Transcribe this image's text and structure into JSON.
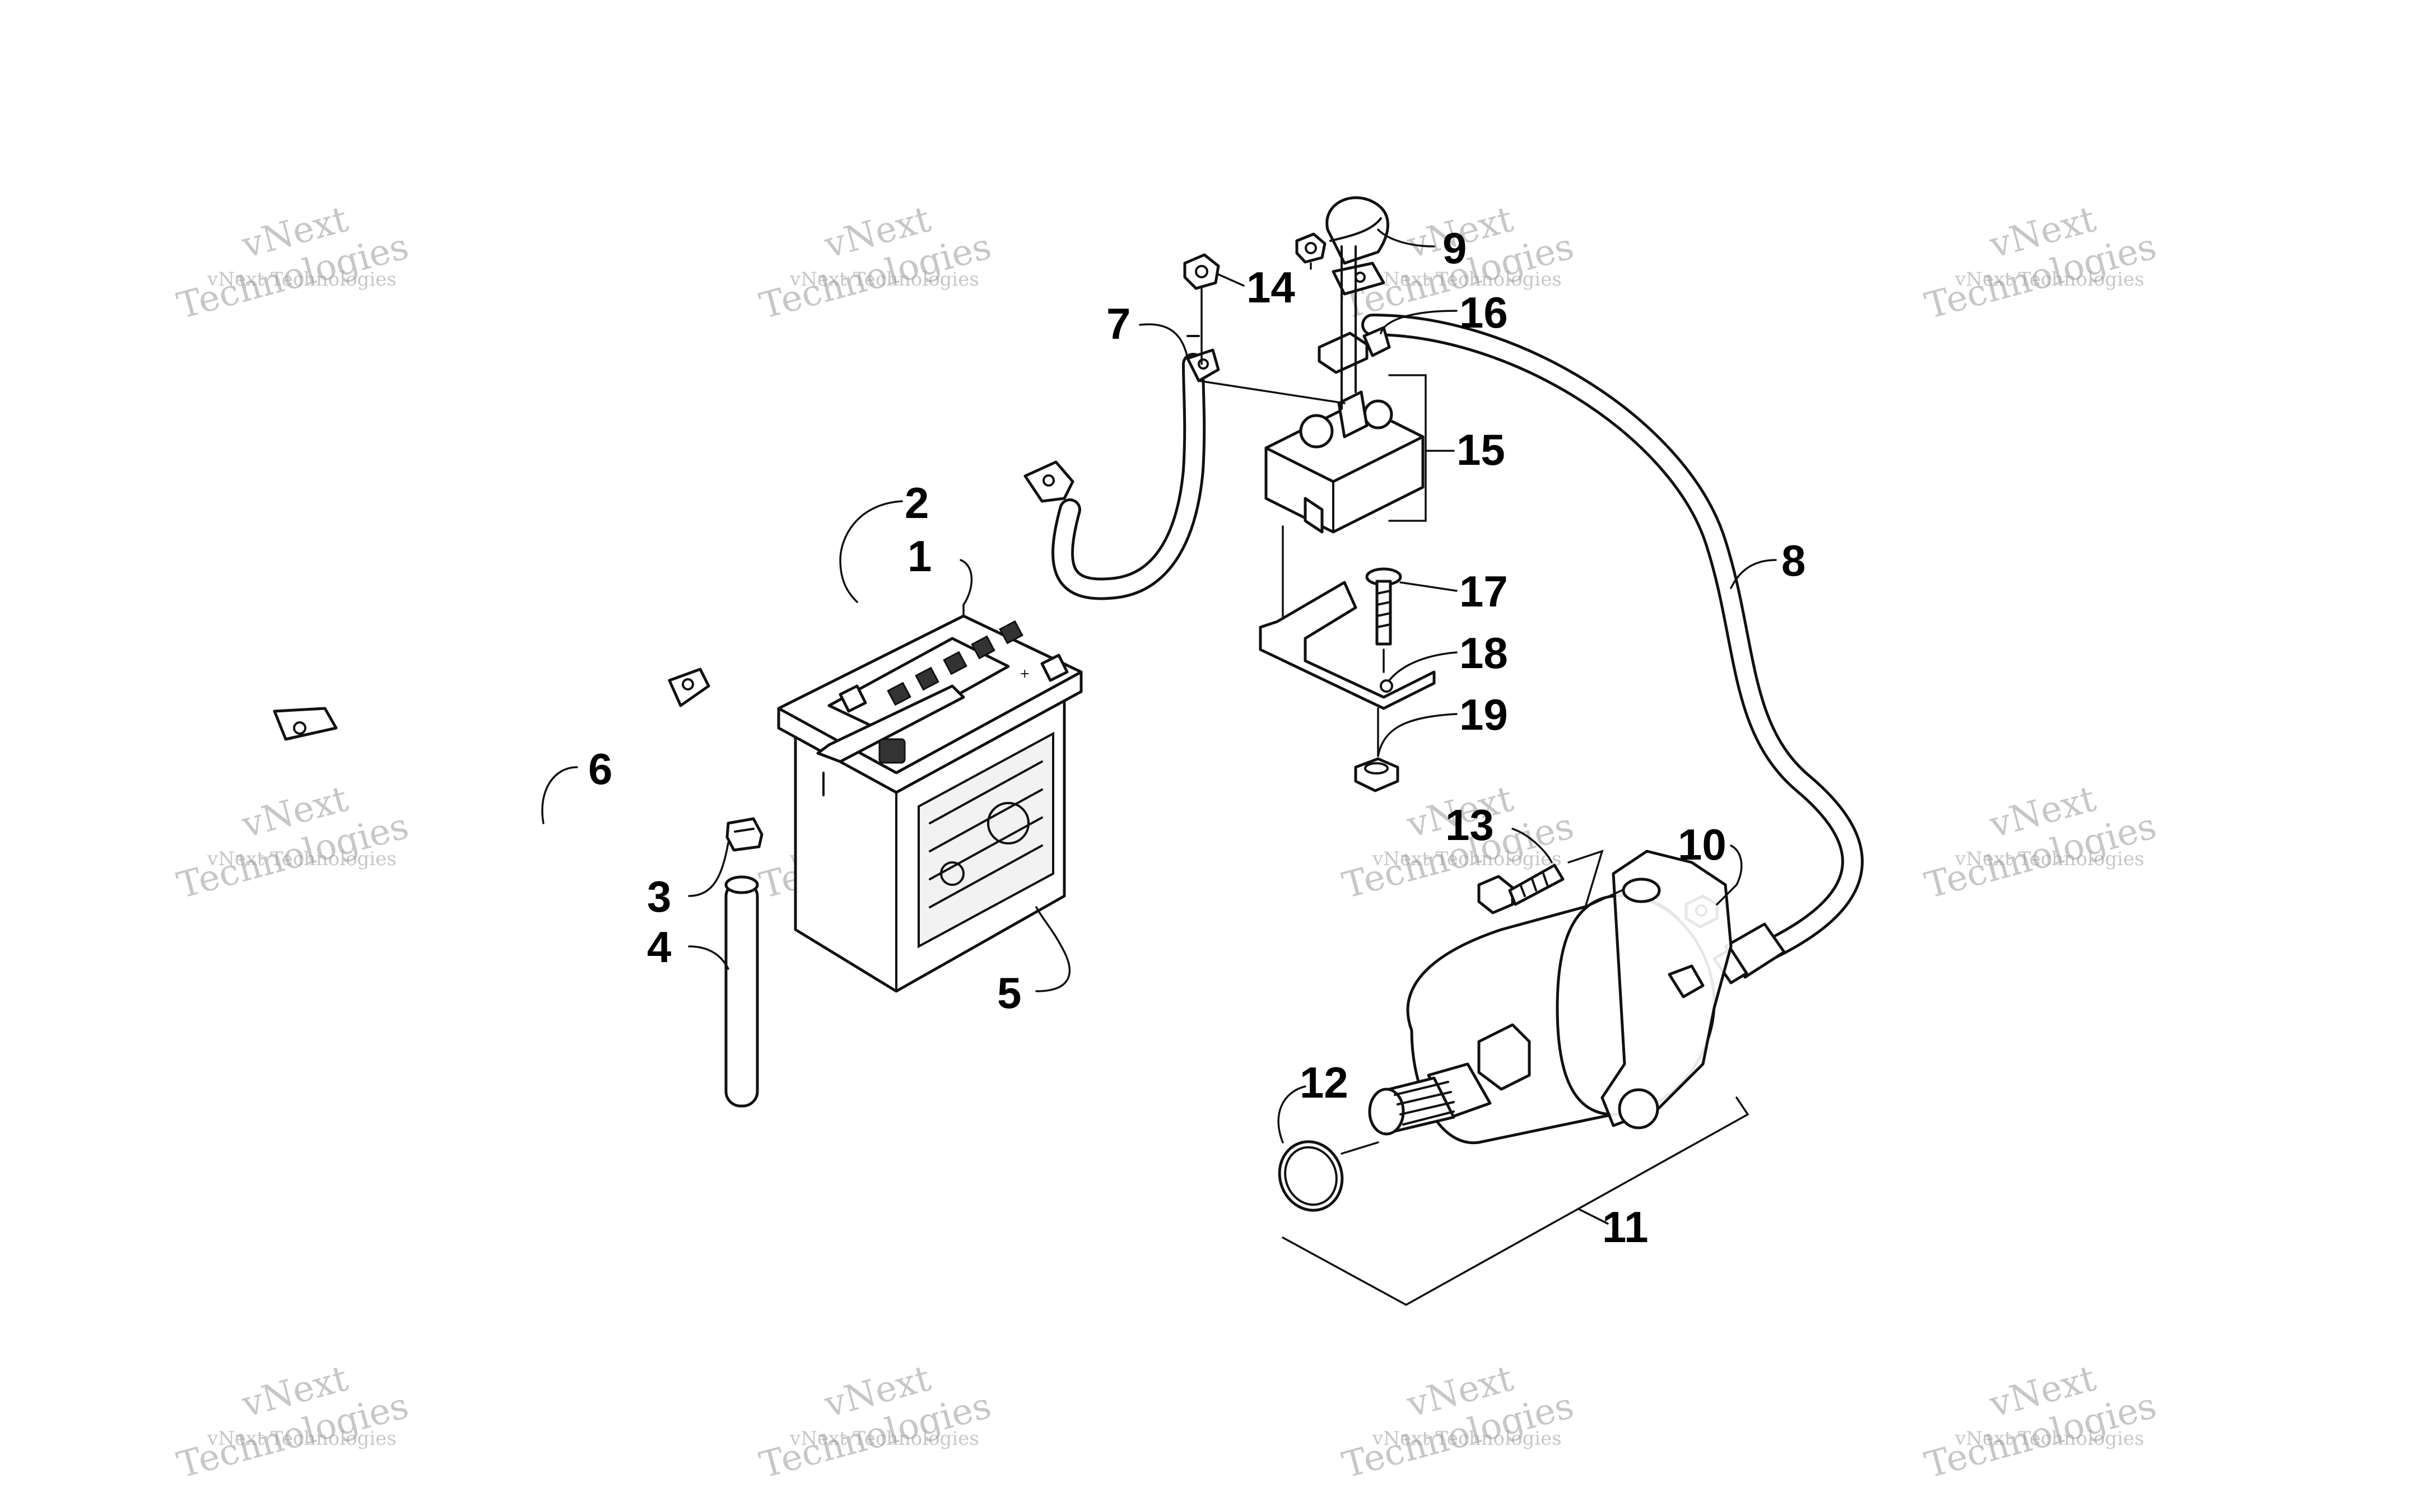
{
  "callouts": [
    "1",
    "2",
    "3",
    "4",
    "5",
    "6",
    "7",
    "8",
    "9",
    "10",
    "11",
    "12",
    "13",
    "14",
    "15",
    "16",
    "17",
    "18",
    "19"
  ],
  "watermark": {
    "line1": "vNext Technologies",
    "line2a": "vNext",
    "line2b": "Technologies"
  },
  "battery_top_sign": "+",
  "colors": {
    "ink": "#111111",
    "watermark": "#9a9a9a"
  }
}
